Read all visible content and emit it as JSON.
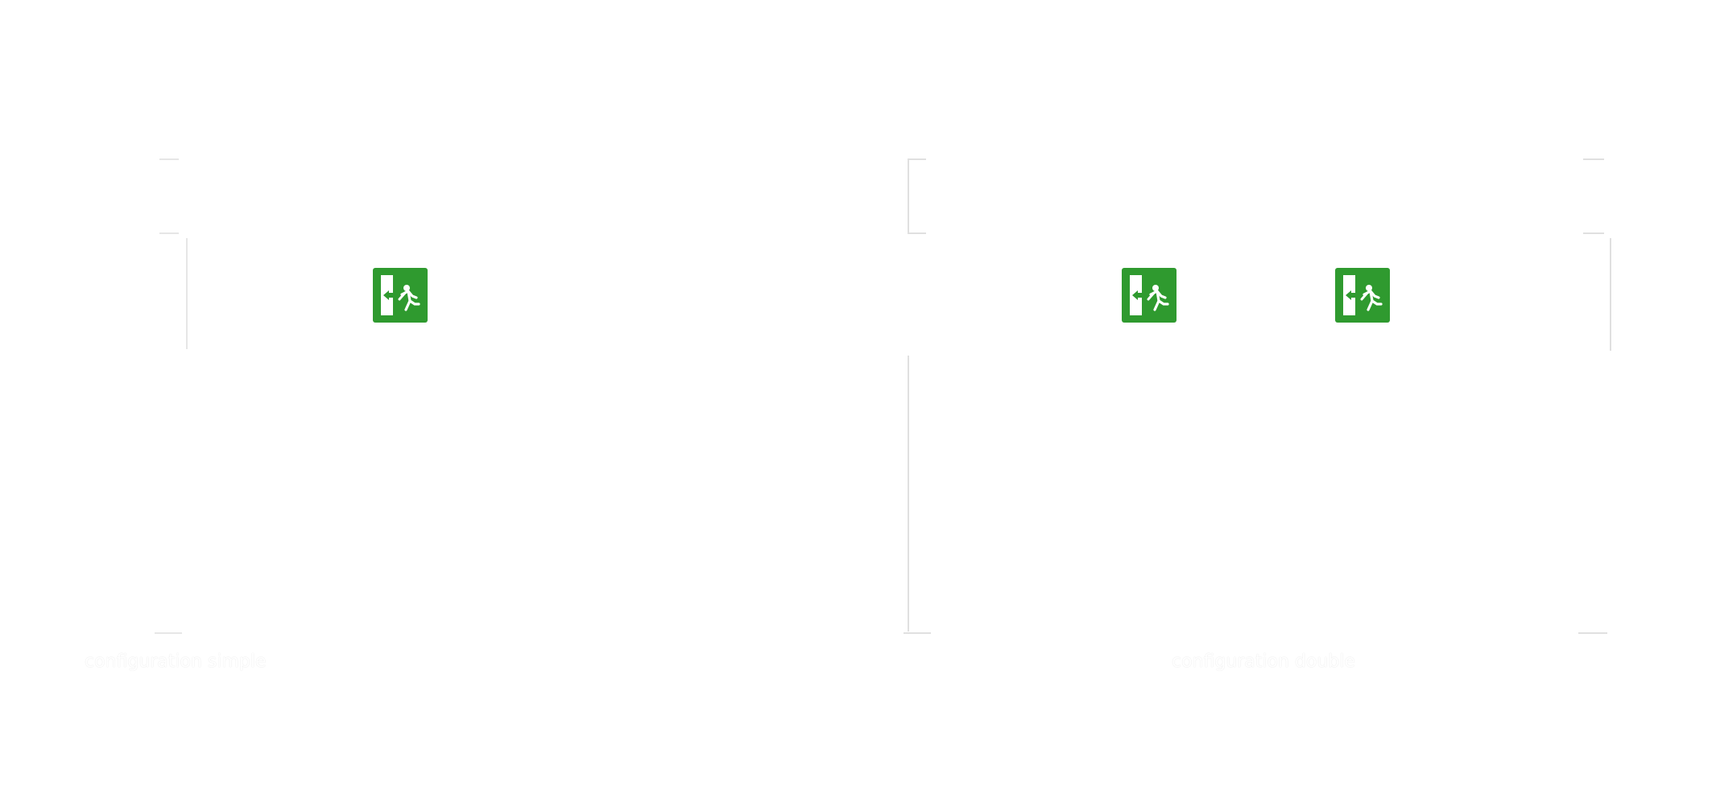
{
  "colors": {
    "background": "#ffffff",
    "sign_green": "#2f9a2f",
    "sign_white": "#ffffff",
    "frame_line": "#e2e2e2"
  },
  "panels": [
    {
      "caption": "configuration simple",
      "sign_count": 1,
      "sign_icon": "emergency-exit-running-person-icon"
    },
    {
      "caption": "configuration double",
      "sign_count": 2,
      "sign_icon": "emergency-exit-running-person-icon"
    }
  ]
}
